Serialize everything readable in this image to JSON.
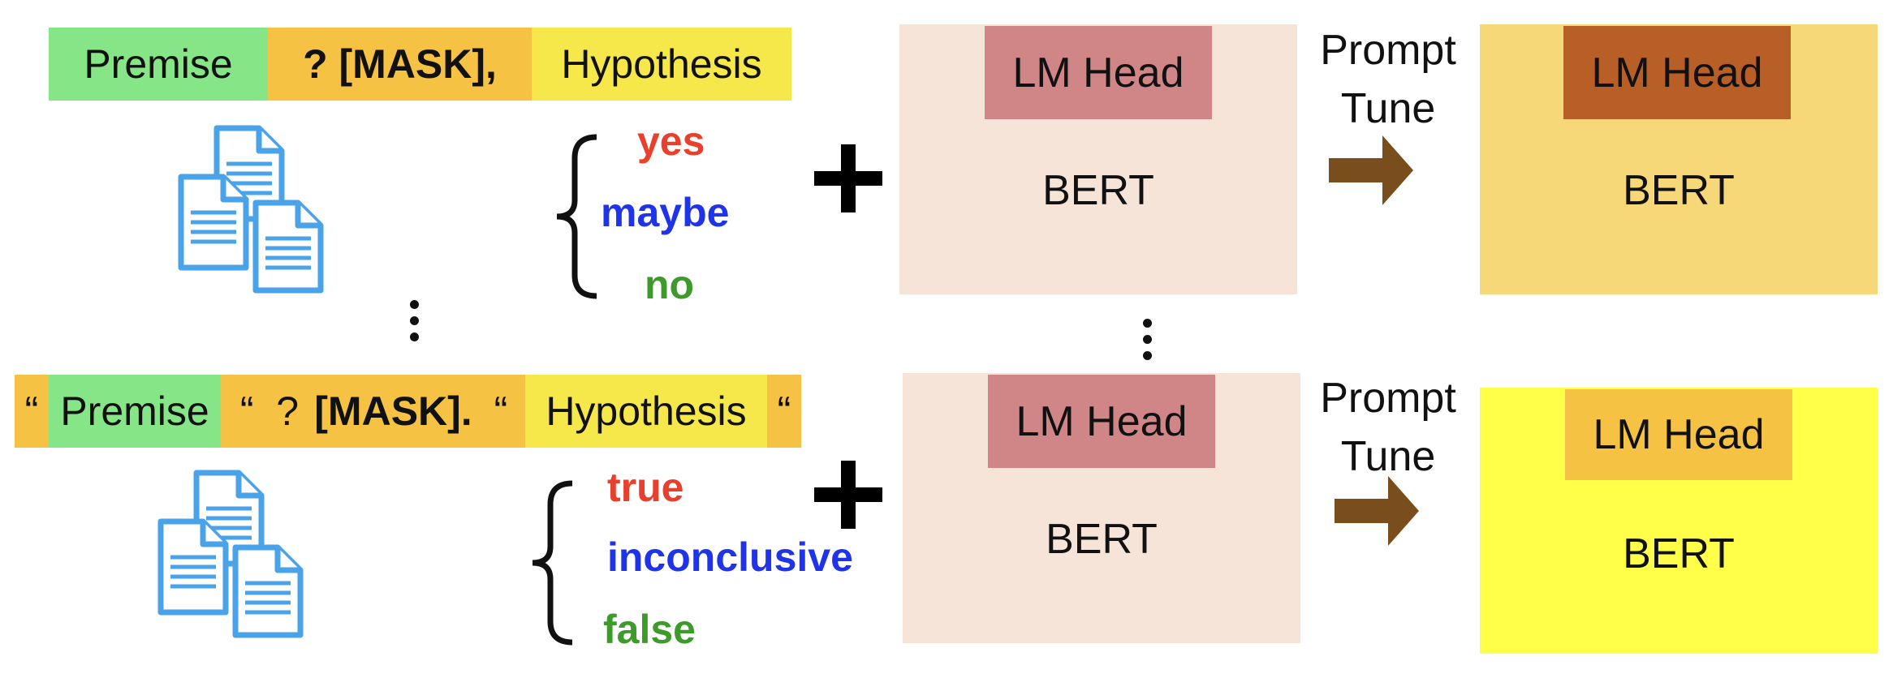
{
  "rows": [
    {
      "template": [
        {
          "text": "Premise",
          "bold": false,
          "color": "#86E586"
        },
        {
          "text": "? [MASK],",
          "bold": true,
          "color": "#F6C243"
        },
        {
          "text": "Hypothesis",
          "bold": false,
          "color": "#F6E84B"
        }
      ],
      "verbalizers": [
        {
          "text": "yes",
          "color": "#E8402C"
        },
        {
          "text": "maybe",
          "color": "#1F33E8"
        },
        {
          "text": "no",
          "color": "#3E9A2A"
        }
      ],
      "base_model": {
        "head": "LM Head",
        "body": "BERT",
        "bg": "#F6E4D8",
        "head_bg": "#D08686"
      },
      "arrow_label": [
        "Prompt",
        "Tune"
      ],
      "tuned_model": {
        "head": "LM Head",
        "body": "BERT",
        "bg": "#F7D878",
        "head_bg": "#B85F28"
      }
    },
    {
      "template": [
        {
          "text": "“",
          "bold": false,
          "color": "#F6C243"
        },
        {
          "text": "Premise",
          "bold": false,
          "color": "#86E586"
        },
        {
          "text": "“  ? ",
          "bold": false,
          "color": "#F6C243"
        },
        {
          "text": "[MASK].",
          "bold": true,
          "color": "#F6C243"
        },
        {
          "text": "“",
          "bold": false,
          "color": "#F6C243"
        },
        {
          "text": "Hypothesis",
          "bold": false,
          "color": "#F6E84B"
        },
        {
          "text": "“",
          "bold": false,
          "color": "#F6C243"
        }
      ],
      "verbalizers": [
        {
          "text": "true",
          "color": "#E8402C"
        },
        {
          "text": "inconclusive",
          "color": "#1F33E8"
        },
        {
          "text": "false",
          "color": "#3E9A2A"
        }
      ],
      "base_model": {
        "head": "LM Head",
        "body": "BERT",
        "bg": "#F6E4D8",
        "head_bg": "#D08686"
      },
      "arrow_label": [
        "Prompt",
        "Tune"
      ],
      "tuned_model": {
        "head": "LM Head",
        "body": "BERT",
        "bg": "#FFFF4A",
        "head_bg": "#F6C243"
      }
    }
  ],
  "colors": {
    "doc_icon": "#4AA3E8",
    "arrow": "#7A4E1C"
  }
}
